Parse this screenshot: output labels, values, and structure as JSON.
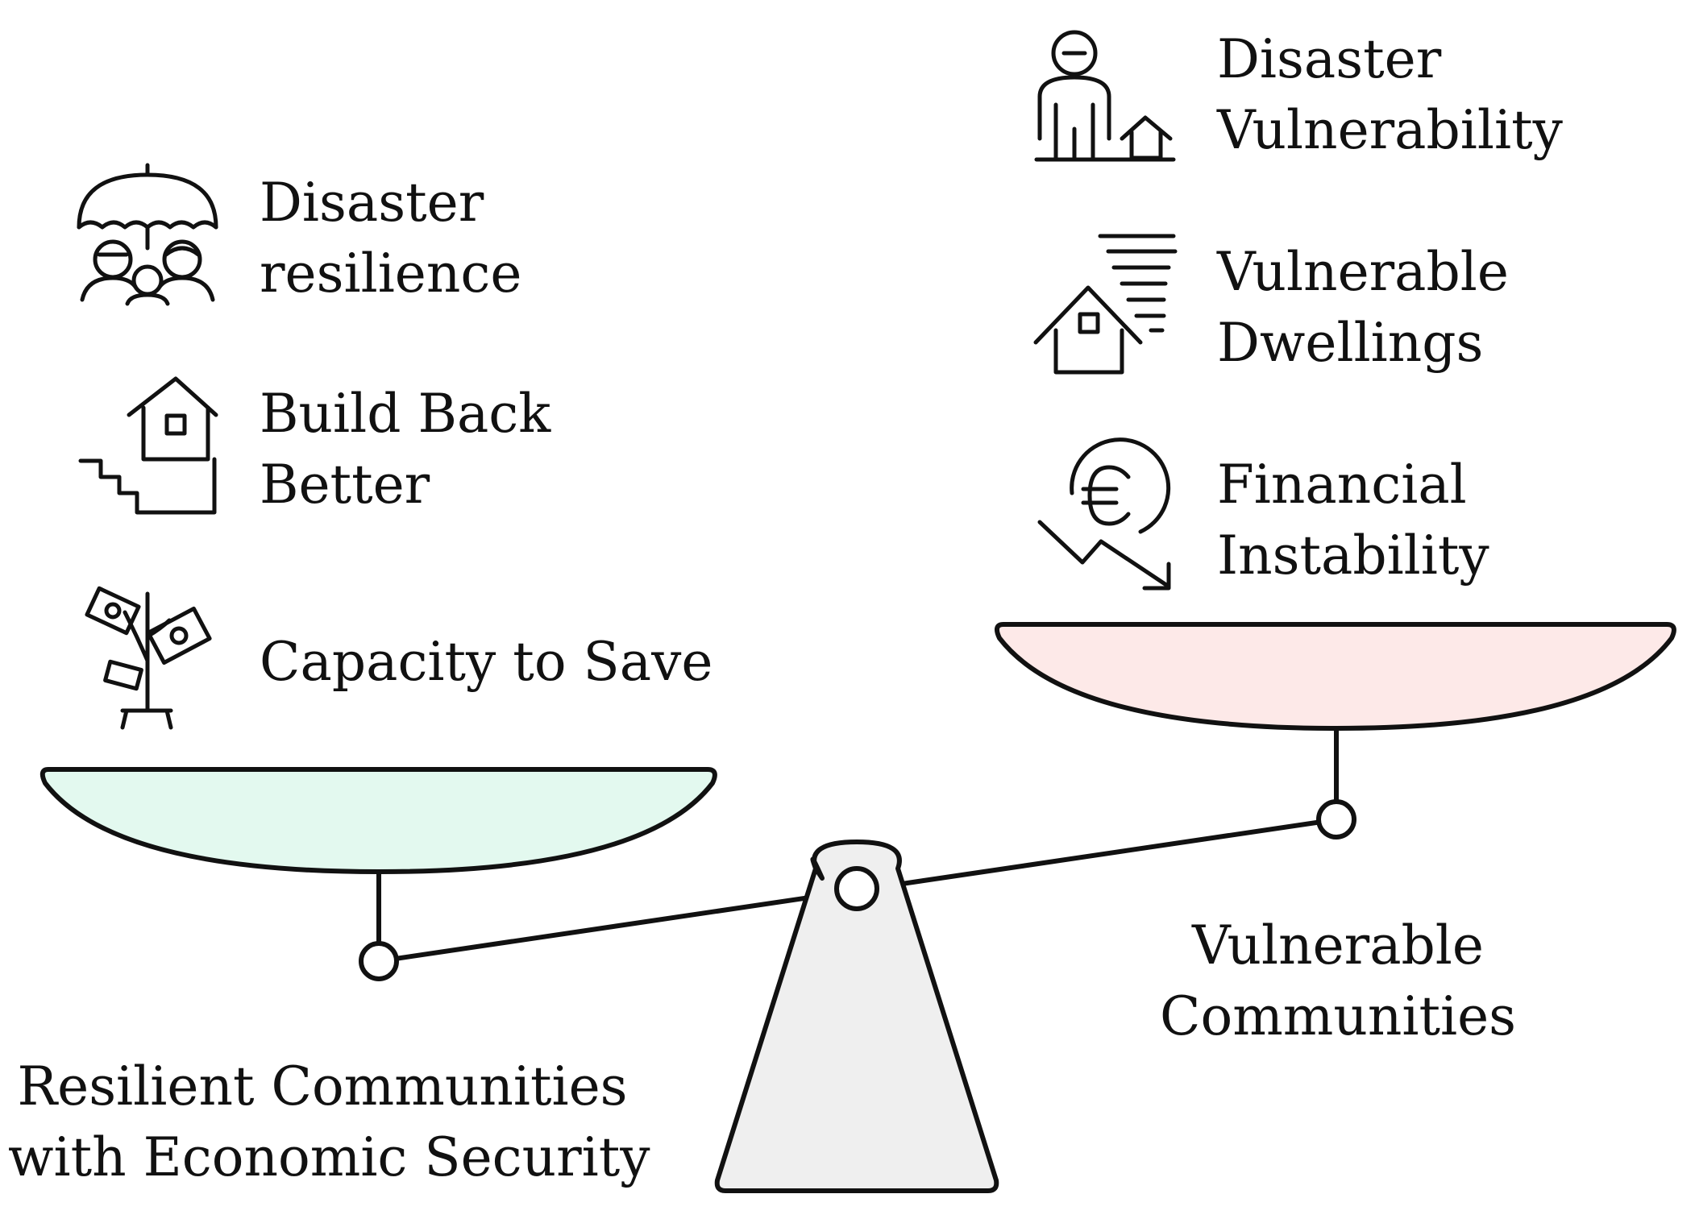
{
  "left_items": [
    {
      "icon": "umbrella-people-icon",
      "line1": "Disaster",
      "line2": "resilience"
    },
    {
      "icon": "house-stairs-icon",
      "line1": "Build Back",
      "line2": "Better"
    },
    {
      "icon": "money-plant-icon",
      "line1": "Capacity to Save"
    }
  ],
  "right_items": [
    {
      "icon": "person-house-icon",
      "line1": "Disaster",
      "line2": "Vulnerability"
    },
    {
      "icon": "house-storm-icon",
      "line1": "Vulnerable",
      "line2": "Dwellings"
    },
    {
      "icon": "euro-downtrend-icon",
      "line1": "Financial",
      "line2": "Instability"
    }
  ],
  "left_caption": {
    "line1": "Resilient Communities",
    "line2": "with Economic Security"
  },
  "right_caption": {
    "line1": "Vulnerable",
    "line2": "Communities"
  },
  "colors": {
    "left_pan": "#e3f9ef",
    "right_pan": "#fde9e8",
    "fulcrum": "#efefef",
    "stroke": "#111111"
  }
}
